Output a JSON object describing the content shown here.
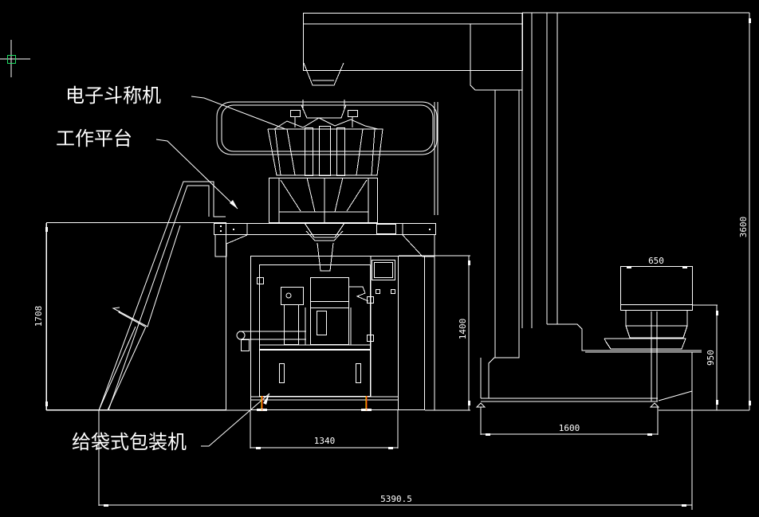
{
  "drawing": {
    "background": "#000000",
    "line_color": "#ffffff",
    "cursor_box_color": "#22dd66",
    "foot_accent_colors": [
      "#ffdd00",
      "#ff2200"
    ]
  },
  "labels": {
    "weigher": "电子斗称机",
    "platform": "工作平台",
    "packer": "给袋式包装机"
  },
  "dimensions": {
    "left_height": "1708",
    "packer_height": "1400",
    "packer_width": "1340",
    "total_height": "3600",
    "conveyor_width": "1600",
    "hopper_width": "650",
    "hopper_height": "950",
    "total_width": "5390.5"
  },
  "cursor": {
    "icon": "crosshair-cursor-icon"
  }
}
